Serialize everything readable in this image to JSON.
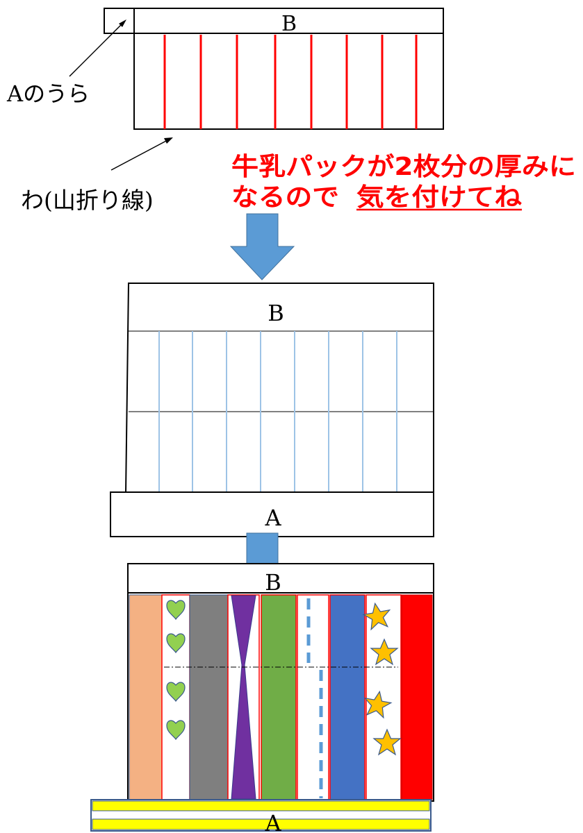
{
  "labels": {
    "b": "B",
    "a": "A",
    "a_back": "Aのうら",
    "fold": "わ(山折り線)"
  },
  "warning": {
    "line1": "牛乳パックが2枚分の厚みに",
    "line2_lead": "なるので",
    "line2_emph": "気を付けてね"
  },
  "colors": {
    "fold_line": "#ff0000",
    "arrow": "#5b9bd5",
    "guide_line": "#9dc3e6",
    "strip_peach": "#f4b183",
    "strip_gray": "#7f7f7f",
    "strip_purple": "#7030a0",
    "strip_green": "#70ad47",
    "strip_blue": "#4472c4",
    "strip_red": "#ff0000",
    "heart": "#92d050",
    "star": "#ffc000",
    "band_yellow": "#ffff00"
  },
  "icons": [
    "arrow-down-icon",
    "heart-icon",
    "star-icon"
  ]
}
